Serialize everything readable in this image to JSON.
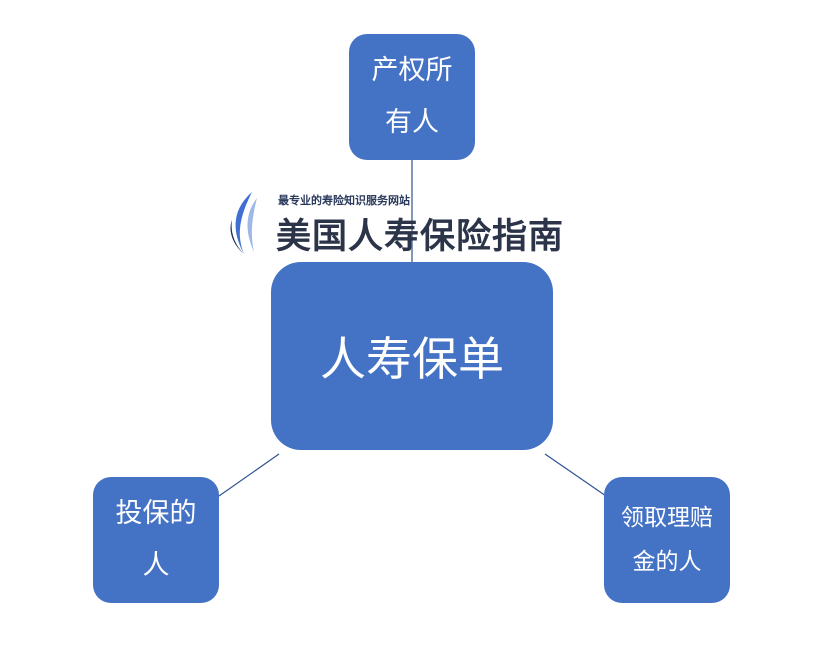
{
  "diagram": {
    "center": {
      "label": "人寿保单"
    },
    "nodes": [
      {
        "id": "owner",
        "label": "产权所\n有人"
      },
      {
        "id": "insured",
        "label": "投保的\n人"
      },
      {
        "id": "claimant",
        "label": "领取理赔\n金的人"
      }
    ]
  },
  "watermark": {
    "tagline": "最专业的寿险知识服务网站",
    "name": "美国人寿保险指南"
  },
  "colors": {
    "node_fill": "#4472c4",
    "connector": "#2f528f",
    "node_text": "#ffffff"
  }
}
